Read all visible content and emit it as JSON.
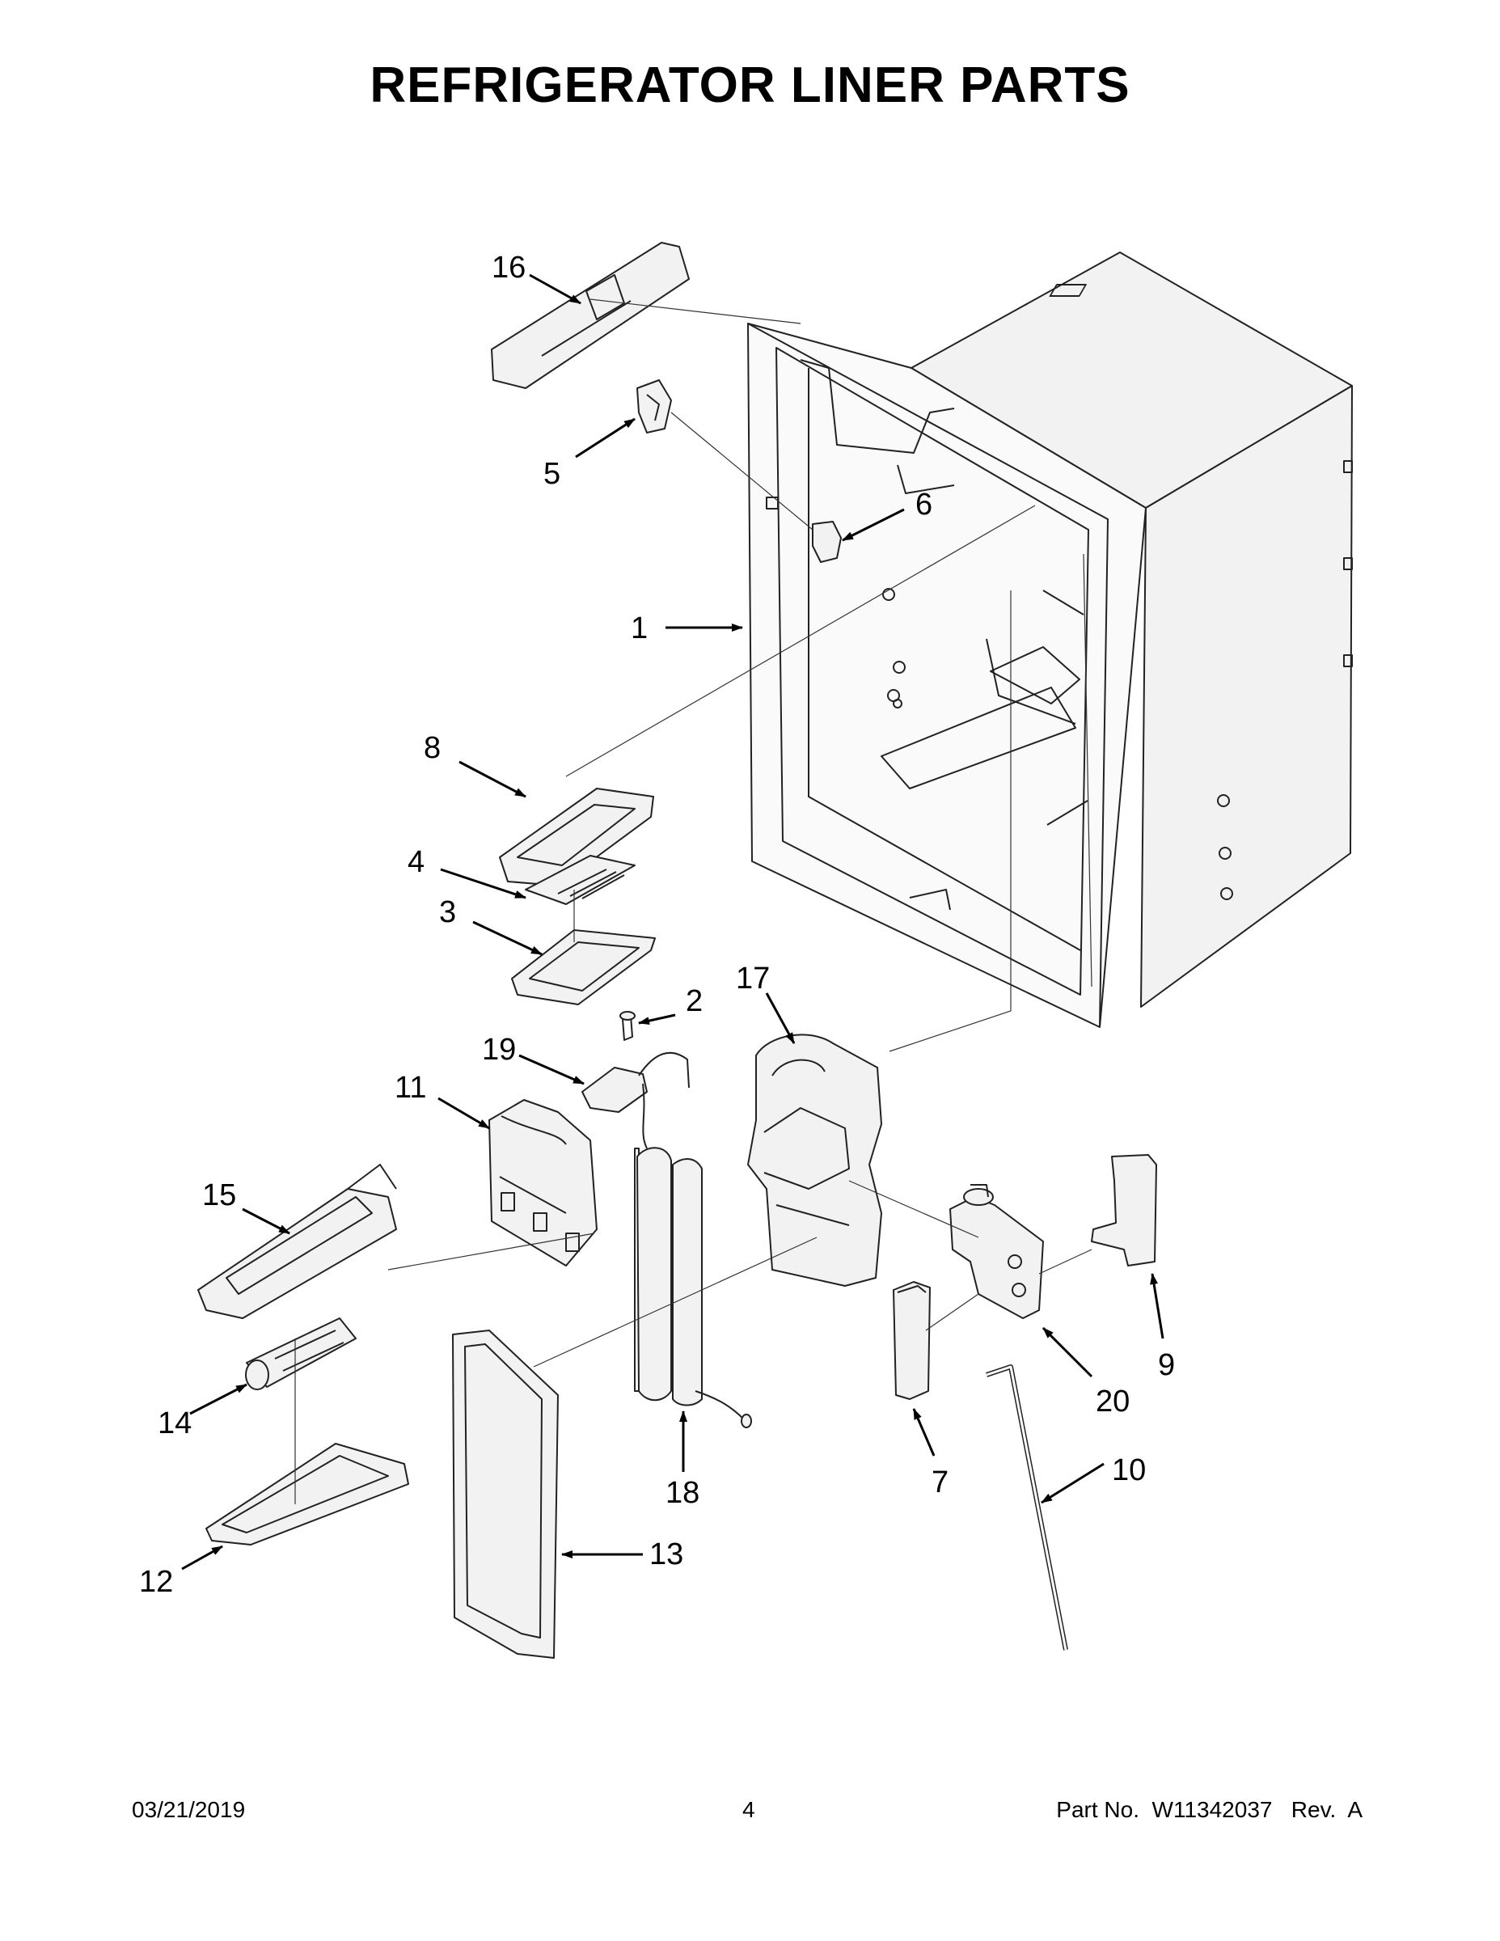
{
  "title": "REFRIGERATOR LINER PARTS",
  "callouts": [
    {
      "id": "1",
      "label": "1"
    },
    {
      "id": "2",
      "label": "2"
    },
    {
      "id": "3",
      "label": "3"
    },
    {
      "id": "4",
      "label": "4"
    },
    {
      "id": "5",
      "label": "5"
    },
    {
      "id": "6",
      "label": "6"
    },
    {
      "id": "7",
      "label": "7"
    },
    {
      "id": "8",
      "label": "8"
    },
    {
      "id": "9",
      "label": "9"
    },
    {
      "id": "10",
      "label": "10"
    },
    {
      "id": "11",
      "label": "11"
    },
    {
      "id": "12",
      "label": "12"
    },
    {
      "id": "13",
      "label": "13"
    },
    {
      "id": "14",
      "label": "14"
    },
    {
      "id": "15",
      "label": "15"
    },
    {
      "id": "16",
      "label": "16"
    },
    {
      "id": "17",
      "label": "17"
    },
    {
      "id": "18",
      "label": "18"
    },
    {
      "id": "19",
      "label": "19"
    },
    {
      "id": "20",
      "label": "20"
    }
  ],
  "footer": {
    "date": "03/21/2019",
    "page": "4",
    "part_number": "Part No.  W11342037   Rev.  A"
  }
}
